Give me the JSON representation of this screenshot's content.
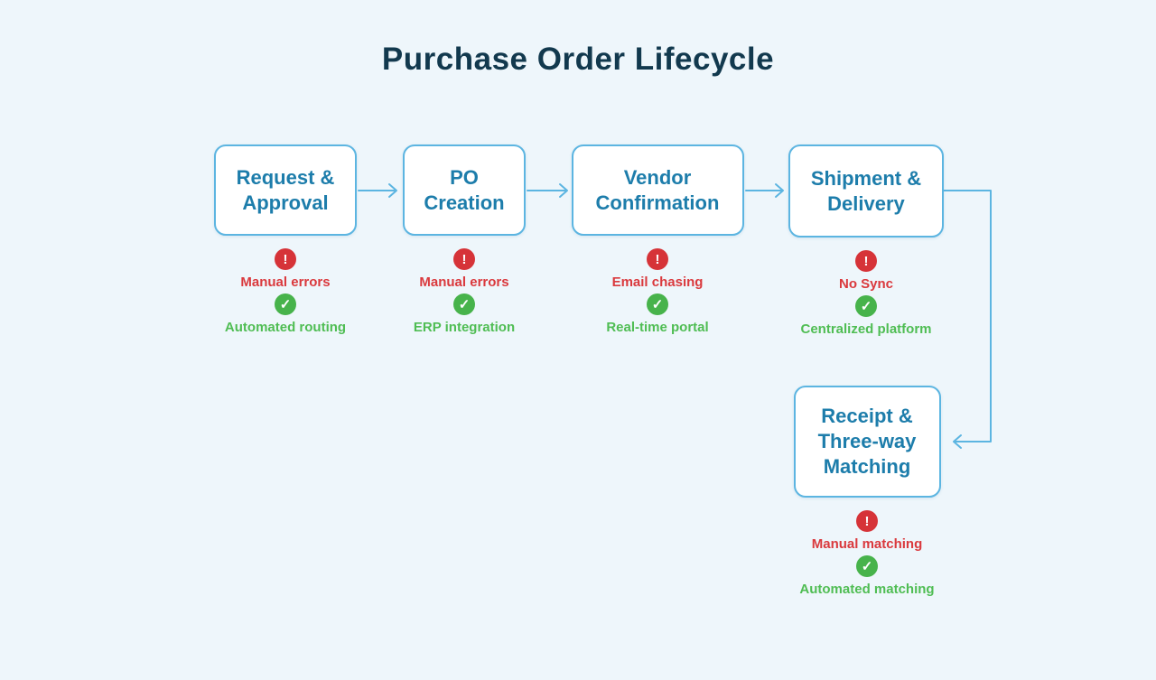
{
  "title": "Purchase Order Lifecycle",
  "icons": {
    "pain_glyph": "!",
    "win_glyph": "✓"
  },
  "colors": {
    "background": "#eef6fb",
    "title_text": "#12394e",
    "box_fill": "#ffffff",
    "box_border": "#5cb5e1",
    "box_text": "#1d7dab",
    "connector": "#5cb5e1",
    "pain_icon": "#d63338",
    "pain_text": "#da393d",
    "win_icon": "#47b34b",
    "win_text": "#4fbd53"
  },
  "stages": [
    {
      "id": "request-approval",
      "label": "Request &\nApproval",
      "pain": "Manual errors",
      "win": "Automated routing"
    },
    {
      "id": "po-creation",
      "label": "PO\nCreation",
      "pain": "Manual errors",
      "win": "ERP integration"
    },
    {
      "id": "vendor-confirmation",
      "label": "Vendor\nConfirmation",
      "pain": "Email chasing",
      "win": "Real-time portal"
    },
    {
      "id": "shipment-delivery",
      "label": "Shipment &\nDelivery",
      "pain": "No Sync",
      "win": "Centralized platform"
    },
    {
      "id": "receipt-matching",
      "label": "Receipt &\nThree-way\nMatching",
      "pain": "Manual matching",
      "win": "Automated matching"
    }
  ]
}
